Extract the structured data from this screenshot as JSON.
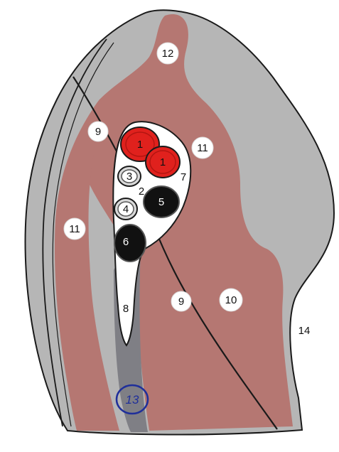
{
  "labels": {
    "artery_1a": "1",
    "artery_1b": "1",
    "n2": "2",
    "n3": "3",
    "n4": "4",
    "n5": "5",
    "n6": "6",
    "n7": "7",
    "n8": "8",
    "n9a": "9",
    "n9b": "9",
    "n10": "10",
    "n11a": "11",
    "n11b": "11",
    "n12": "12",
    "n13": "13",
    "n14": "14"
  },
  "colors": {
    "background": "#ffffff",
    "outer_gray": "#b6b6b6",
    "muscle": "#b57772",
    "dark_band": "#7f7f85",
    "sheath": "#ffffff",
    "artery_red": "#e0211d",
    "vein_dark": "#111111",
    "outline": "#1a1a1a",
    "handwritten_blue": "#1f2f9a"
  }
}
